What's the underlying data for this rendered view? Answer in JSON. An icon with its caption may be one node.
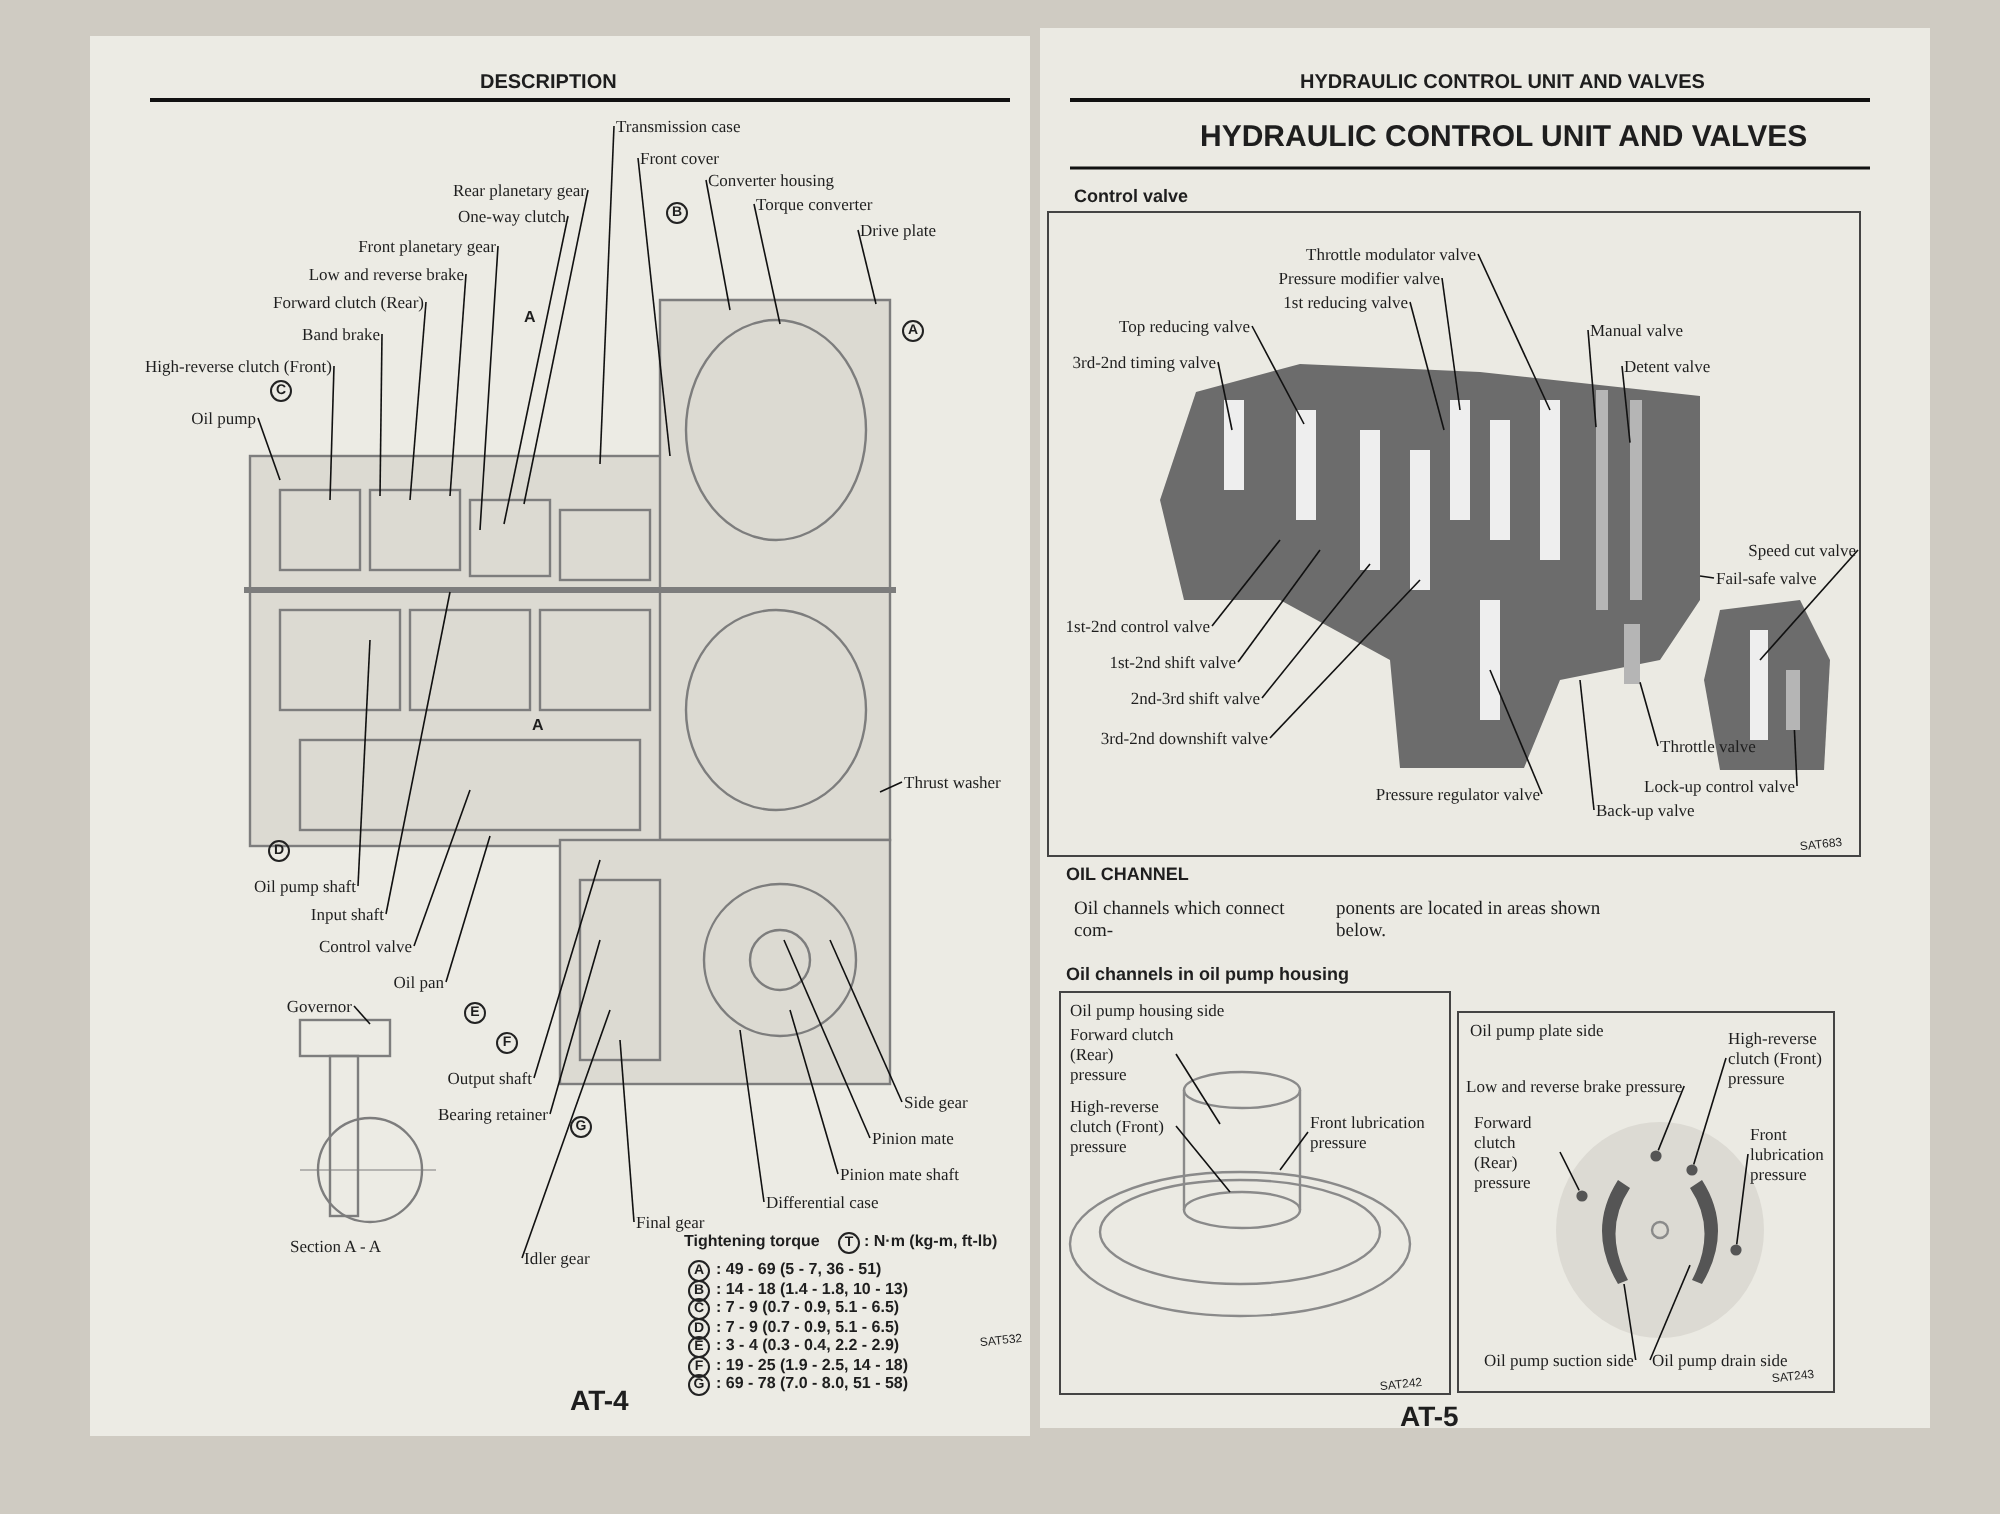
{
  "diagram": {
    "nodes": [
      {
        "text": [
          "Transmission case"
        ]
      },
      {
        "text": [
          "Front cover"
        ]
      },
      {
        "text": [
          "Converter housing"
        ]
      },
      {
        "text": [
          "Torque converter"
        ]
      },
      {
        "text": [
          "Drive plate"
        ]
      },
      {
        "text": [
          "Rear planetary gear"
        ]
      },
      {
        "text": [
          "One-way clutch"
        ]
      },
      {
        "text": [
          "Front planetary gear"
        ]
      },
      {
        "text": [
          "Low and reverse brake"
        ]
      },
      {
        "text": [
          "Forward clutch (Rear)"
        ]
      },
      {
        "text": [
          "Band brake"
        ]
      },
      {
        "text": [
          "High-reverse clutch (Front)"
        ]
      },
      {
        "text": [
          "Oil pump"
        ]
      },
      {
        "text": [
          "Oil pump shaft"
        ]
      },
      {
        "text": [
          "Input shaft"
        ]
      },
      {
        "text": [
          "Control valve"
        ]
      },
      {
        "text": [
          "Oil pan"
        ]
      },
      {
        "text": [
          "Output shaft"
        ]
      },
      {
        "text": [
          "Bearing retainer"
        ]
      },
      {
        "text": [
          "Idler gear"
        ]
      },
      {
        "text": [
          "Final gear"
        ]
      },
      {
        "text": [
          "Differential case"
        ]
      },
      {
        "text": [
          "Pinion mate shaft"
        ]
      },
      {
        "text": [
          "Pinion mate"
        ]
      },
      {
        "text": [
          "Side gear"
        ]
      },
      {
        "text": [
          "Thrust washer"
        ]
      },
      {
        "text": [
          "Governor"
        ]
      },
      {
        "text": [
          "Throttle modulator valve"
        ]
      },
      {
        "text": [
          "Pressure modifier valve"
        ]
      },
      {
        "text": [
          "1st reducing valve"
        ]
      },
      {
        "text": [
          "Top reducing valve"
        ]
      },
      {
        "text": [
          "3rd-2nd timing valve"
        ]
      },
      {
        "text": [
          "Manual valve"
        ]
      },
      {
        "text": [
          "Detent valve"
        ]
      },
      {
        "text": [
          "Speed cut valve"
        ]
      },
      {
        "text": [
          "Fail-safe valve"
        ]
      },
      {
        "text": [
          "1st-2nd control valve"
        ]
      },
      {
        "text": [
          "1st-2nd shift valve"
        ]
      },
      {
        "text": [
          "2nd-3rd shift valve"
        ]
      },
      {
        "text": [
          "3rd-2nd downshift valve"
        ]
      },
      {
        "text": [
          "Pressure regulator valve"
        ]
      },
      {
        "text": [
          "Back-up valve"
        ]
      },
      {
        "text": [
          "Throttle valve"
        ]
      },
      {
        "text": [
          "Lock-up control valve"
        ]
      },
      {
        "text": [
          "Forward clutch (Rear) pressure"
        ]
      },
      {
        "text": [
          "High-reverse clutch (Front) pressure"
        ]
      },
      {
        "text": [
          "Front lubrication pressure"
        ]
      },
      {
        "text": [
          "High-reverse clutch (Front) pressure"
        ]
      },
      {
        "text": [
          "Low and reverse brake pressure"
        ]
      },
      {
        "text": [
          "Forward clutch (Rear) pressure"
        ]
      },
      {
        "text": [
          "Front lubrication pressure"
        ]
      },
      {
        "text": [
          "Oil pump suction side"
        ]
      },
      {
        "text": [
          "Oil pump drain side"
        ]
      },
      {
        "text": [],
        "shape": "bar"
      },
      {
        "text": [],
        "shape": "bar"
      },
      {
        "text": [],
        "shape": "bar"
      },
      {
        "text": [],
        "shape": "bar"
      },
      {
        "text": [],
        "shape": "circle"
      },
      {
        "text": [],
        "shape": "circle"
      },
      {
        "text": [],
        "shape": "circle"
      },
      {
        "text": [],
        "shape": "circle"
      },
      {
        "text": [],
        "shape": "bar"
      },
      {
        "text": [],
        "shape": "bar"
      }
    ],
    "edges": [
      {
        "from": 0,
        "to": null,
        "arrow": "none"
      },
      {
        "from": 1,
        "to": null,
        "arrow": "none"
      },
      {
        "from": 2,
        "to": null,
        "arrow": "none"
      },
      {
        "from": 3,
        "to": null,
        "arrow": "none"
      },
      {
        "from": 4,
        "to": null,
        "arrow": "none"
      },
      {
        "from": 5,
        "to": null,
        "arrow": "none"
      },
      {
        "from": 6,
        "to": null,
        "arrow": "none"
      },
      {
        "from": 7,
        "to": null,
        "arrow": "none"
      },
      {
        "from": 8,
        "to": null,
        "arrow": "none"
      },
      {
        "from": 9,
        "to": null,
        "arrow": "none"
      },
      {
        "from": 10,
        "to": null,
        "arrow": "none"
      },
      {
        "from": 11,
        "to": null,
        "arrow": "none"
      },
      {
        "from": 12,
        "to": null,
        "arrow": "none"
      },
      {
        "from": 13,
        "to": null,
        "arrow": "none"
      },
      {
        "from": 14,
        "to": null,
        "arrow": "none"
      },
      {
        "from": 15,
        "to": null,
        "arrow": "none"
      },
      {
        "from": 16,
        "to": null,
        "arrow": "none"
      },
      {
        "from": 17,
        "to": null,
        "arrow": "none"
      },
      {
        "from": 18,
        "to": null,
        "arrow": "none"
      },
      {
        "from": 19,
        "to": null,
        "arrow": "none"
      },
      {
        "from": 20,
        "to": null,
        "arrow": "none"
      },
      {
        "from": 21,
        "to": null,
        "arrow": "none"
      },
      {
        "from": 22,
        "to": null,
        "arrow": "none"
      },
      {
        "from": 23,
        "to": null,
        "arrow": "none"
      },
      {
        "from": 24,
        "to": null,
        "arrow": "none"
      },
      {
        "from": 25,
        "to": null,
        "arrow": "none"
      },
      {
        "from": 26,
        "to": null,
        "arrow": "none"
      },
      {
        "from": 27,
        "to": null,
        "arrow": "none"
      },
      {
        "from": 28,
        "to": null,
        "arrow": "none"
      },
      {
        "from": 29,
        "to": null,
        "arrow": "none"
      },
      {
        "from": 30,
        "to": null,
        "arrow": "none"
      },
      {
        "from": 31,
        "to": null,
        "arrow": "none"
      },
      {
        "from": 32,
        "to": 53,
        "arrow": "none"
      },
      {
        "from": 33,
        "to": 54,
        "arrow": "none"
      },
      {
        "from": 34,
        "to": null,
        "arrow": "none"
      },
      {
        "from": 35,
        "to": null,
        "arrow": "none"
      },
      {
        "from": 36,
        "to": null,
        "arrow": "none"
      },
      {
        "from": 37,
        "to": null,
        "arrow": "none"
      },
      {
        "from": 38,
        "to": null,
        "arrow": "none"
      },
      {
        "from": 39,
        "to": null,
        "arrow": "none"
      },
      {
        "from": 40,
        "to": null,
        "arrow": "none"
      },
      {
        "from": 41,
        "to": null,
        "arrow": "none"
      },
      {
        "from": 42,
        "to": 55,
        "arrow": "none"
      },
      {
        "from": 43,
        "to": 56,
        "arrow": "none"
      },
      {
        "from": 44,
        "to": null,
        "arrow": "none"
      },
      {
        "from": 45,
        "to": null,
        "arrow": "none"
      },
      {
        "from": 46,
        "to": null,
        "arrow": "none"
      },
      {
        "from": 47,
        "to": 59,
        "arrow": "none"
      },
      {
        "from": 48,
        "to": 58,
        "arrow": "none"
      },
      {
        "from": 49,
        "to": 57,
        "arrow": "none"
      },
      {
        "from": 50,
        "to": 60,
        "arrow": "none"
      },
      {
        "from": 51,
        "to": 61,
        "arrow": "none"
      },
      {
        "from": 52,
        "to": 62,
        "arrow": "none"
      }
    ],
    "labels": [
      "DESCRIPTION",
      "B",
      "A",
      "A",
      "C",
      "A",
      "D",
      "E",
      "F",
      "G",
      "Section A - A",
      "Tightening torque",
      "T",
      ": N·m (kg-m, ft-lb)",
      "A",
      ": 49 - 69 (5 - 7, 36 - 51)",
      "B",
      ": 14 - 18 (1.4 - 1.8, 10 - 13)",
      "C",
      ": 7 - 9 (0.7 - 0.9, 5.1 - 6.5)",
      "D",
      ": 7 - 9 (0.7 - 0.9, 5.1 - 6.5)",
      "E",
      ": 3 - 4 (0.3 - 0.4, 2.2 - 2.9)",
      "F",
      ": 19 - 25 (1.9 - 2.5, 14 - 18)",
      "G",
      ": 69 - 78 (7.0 - 8.0, 51 - 58)",
      "SAT532",
      "AT-4",
      "HYDRAULIC CONTROL UNIT AND VALVES",
      "HYDRAULIC CONTROL UNIT AND VALVES",
      "Control valve",
      "SAT683",
      "OIL CHANNEL",
      "Oil channels which connect com-",
      "ponents are located in areas shown below.",
      "Oil channels in oil pump housing",
      "Oil pump housing side",
      "SAT242",
      "Oil pump plate side",
      "SAT243",
      "AT-5"
    ]
  }
}
